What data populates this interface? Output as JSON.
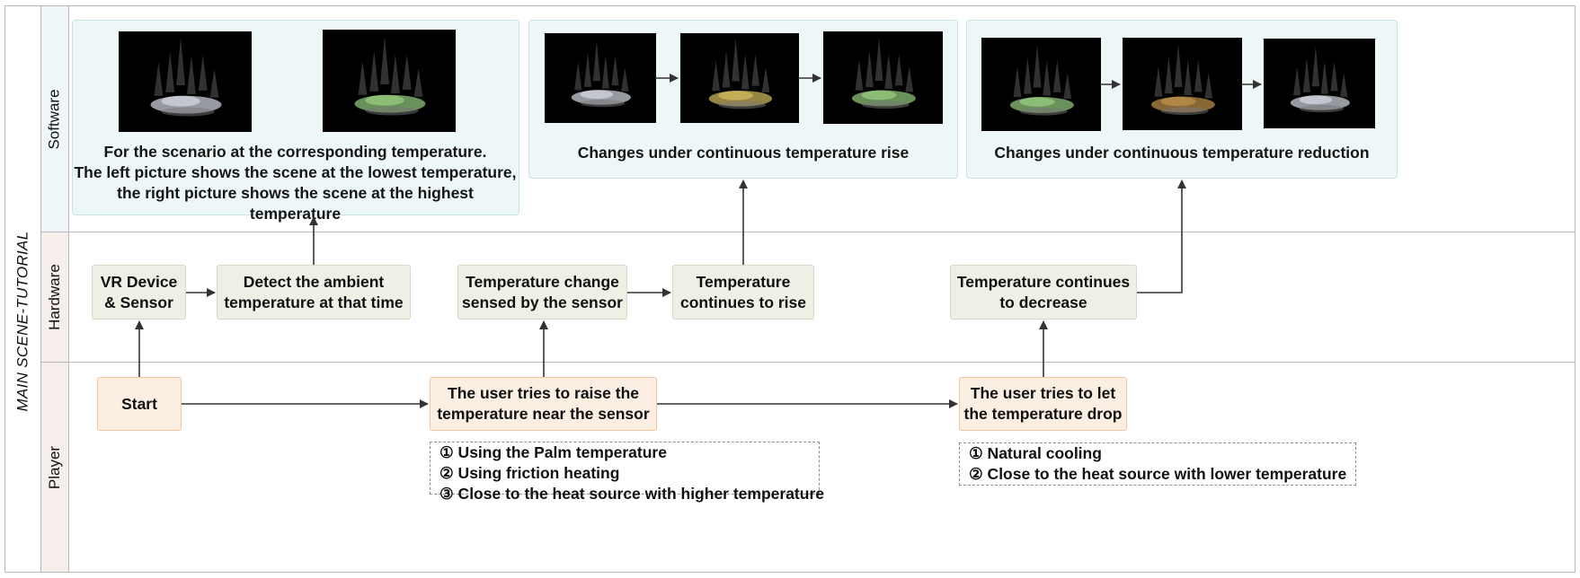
{
  "diagram": {
    "title": "MAIN SCENE-TUTORIAL",
    "lanes": {
      "software": "Software",
      "hardware": "Hardware",
      "player": "Player"
    },
    "software": {
      "panel1": {
        "line1": "For the scenario at the corresponding temperature.",
        "line2": "The left picture shows the scene at the lowest temperature,",
        "line3": "the right picture shows the scene at the highest temperature"
      },
      "panel2": {
        "caption": "Changes under continuous temperature rise"
      },
      "panel3": {
        "caption": "Changes under continuous temperature reduction"
      }
    },
    "hardware": {
      "vr_device": {
        "line1": "VR Device",
        "line2": "& Sensor"
      },
      "detect": {
        "line1": "Detect the ambient",
        "line2": "temperature at that time"
      },
      "change": {
        "line1": "Temperature change",
        "line2": "sensed by the sensor"
      },
      "rise": {
        "line1": "Temperature",
        "line2": "continues to rise"
      },
      "decrease": {
        "line1": "Temperature continues",
        "line2": "to decrease"
      }
    },
    "player": {
      "start": "Start",
      "raise": {
        "line1": "The user tries to raise the",
        "line2": "temperature near the sensor"
      },
      "drop": {
        "line1": "The user tries to let",
        "line2": "the temperature drop"
      },
      "raise_methods": [
        "① Using the Palm temperature",
        "② Using friction heating",
        "③ Close to the heat source with higher temperature"
      ],
      "drop_methods": [
        "① Natural cooling",
        "② Close to the heat source with lower temperature"
      ]
    },
    "colors": {
      "software_panel": "#eef7f8",
      "hardware_node": "#f0efe6",
      "player_node": "#fbeee2",
      "player_border": "#f2c79e",
      "scene_cold": "#c9ccd6",
      "scene_green": "#8fc27a",
      "scene_warm": "#c8b35a",
      "scene_orange": "#b48a45"
    }
  }
}
